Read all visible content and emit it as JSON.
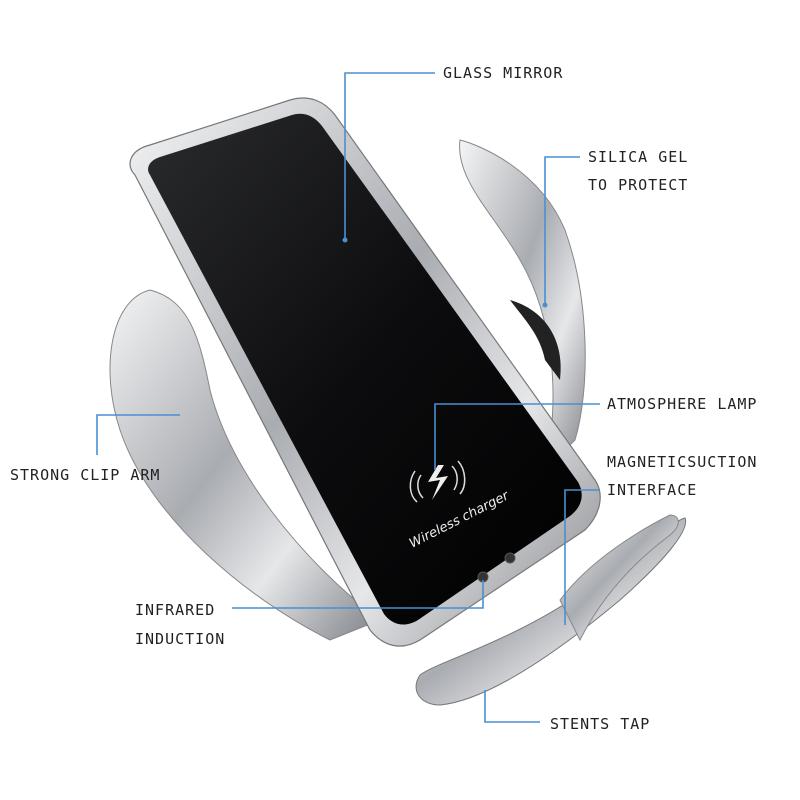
{
  "device": {
    "print_text": "Wireless charger",
    "icon": "wireless-charging-bolt-icon"
  },
  "labels": {
    "glass_mirror": "GLASS MIRROR",
    "silica_gel": [
      "SILICA GEL",
      "TO PROTECT"
    ],
    "atmosphere_lamp": "ATMOSPHERE LAMP",
    "magnetic_suction": [
      "MAGNETICSUCTION",
      "INTERFACE"
    ],
    "strong_clip_arm": "STRONG CLIP ARM",
    "infrared_induction": [
      "INFRARED",
      "INDUCTION"
    ],
    "stents_tap": "STENTS TAP"
  },
  "colors": {
    "leader": "#4a8fd2",
    "glass": "#0d0d0f",
    "frame": "#c9cbcf",
    "text": "#222222"
  }
}
